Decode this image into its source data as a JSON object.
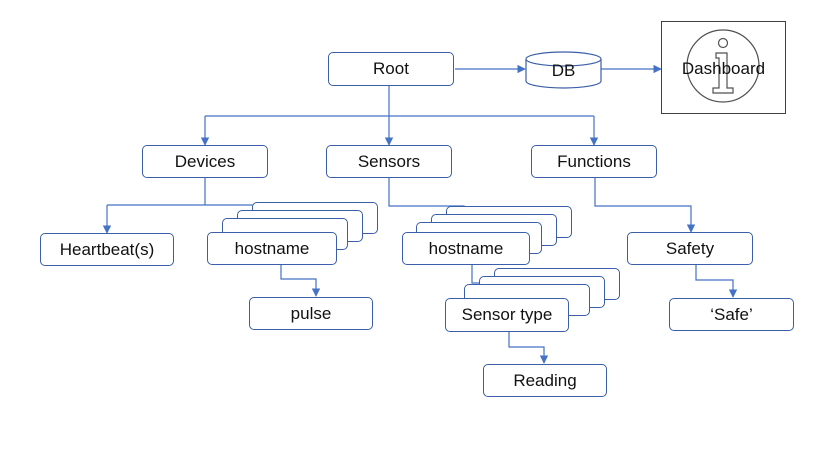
{
  "nodes": {
    "root": "Root",
    "db": "DB",
    "dashboard": "Dashboard",
    "devices": "Devices",
    "sensors": "Sensors",
    "functions": "Functions",
    "heartbeat": "Heartbeat(s)",
    "device_hostname": "hostname",
    "pulse": "pulse",
    "sensor_hostname": "hostname",
    "sensor_type": "Sensor type",
    "reading": "Reading",
    "safety": "Safety",
    "safe": "‘Safe’"
  },
  "icons": {
    "dashboard": "info-icon",
    "db": "database-cylinder-icon"
  },
  "colors": {
    "line": "#4472c4",
    "box_border": "#3b5ea8",
    "dashboard_border": "#404040"
  }
}
